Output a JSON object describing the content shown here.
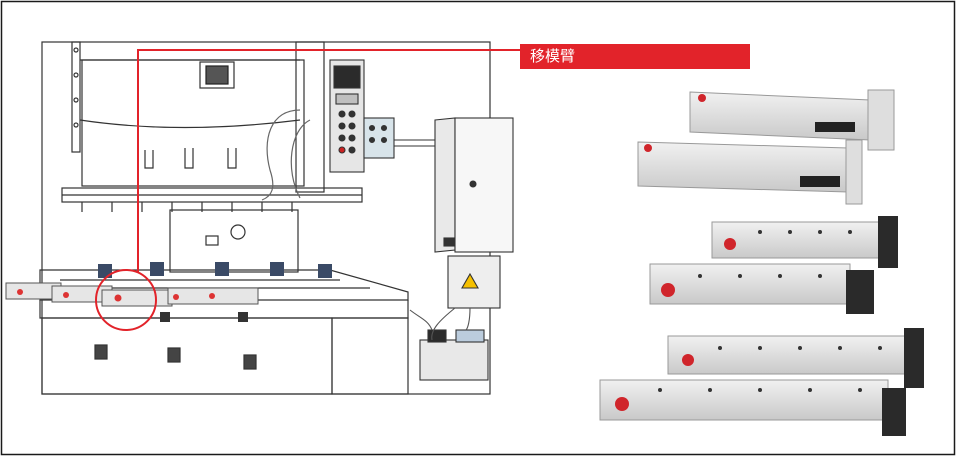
{
  "callout": {
    "label": "移模臂",
    "color": "#e2232a"
  },
  "figure": {
    "left_panel": "press-machine-line-drawing",
    "right_panel": "transfer-arm-photos",
    "arm_count": 6
  }
}
